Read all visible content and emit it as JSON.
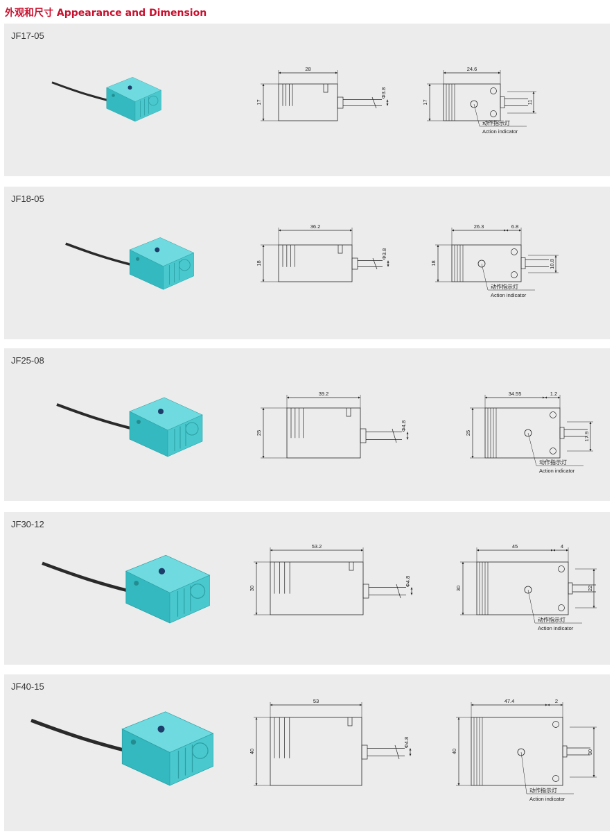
{
  "title": "外观和尺寸 Appearance and Dimension",
  "models": [
    {
      "name": "JF17-05",
      "side": {
        "length": "28",
        "height": "17",
        "cable": "Φ3.8"
      },
      "front": {
        "width": "24.6",
        "height": "17",
        "right": "11"
      },
      "indicator_cn": "动作指示灯",
      "indicator_en": "Action indicator"
    },
    {
      "name": "JF18-05",
      "side": {
        "length": "36.2",
        "height": "18",
        "cable": "Φ3.8"
      },
      "front": {
        "width": "26.3",
        "extra": "6.8",
        "height": "18",
        "right": "10.8"
      },
      "indicator_cn": "动作指示灯",
      "indicator_en": "Action indicator"
    },
    {
      "name": "JF25-08",
      "side": {
        "length": "39.2",
        "height": "25",
        "cable": "Φ4.8"
      },
      "front": {
        "width": "34.55",
        "extra": "1.2",
        "height": "25",
        "right": "17.9"
      },
      "indicator_cn": "动作指示灯",
      "indicator_en": "Action indicator"
    },
    {
      "name": "JF30-12",
      "side": {
        "length": "53.2",
        "height": "30",
        "cable": "Φ4.8"
      },
      "front": {
        "width": "45",
        "extra": "4",
        "height": "30",
        "right": "22"
      },
      "indicator_cn": "动作指示灯",
      "indicator_en": "Action indicator"
    },
    {
      "name": "JF40-15",
      "side": {
        "length": "53",
        "height": "40",
        "cable": "Φ4.8"
      },
      "front": {
        "width": "47.4",
        "extra": "2",
        "height": "40",
        "right": "30"
      },
      "indicator_cn": "动作指示灯",
      "indicator_en": "Action indicator"
    }
  ],
  "colors": {
    "title": "#c8102e",
    "panel": "#ececec",
    "sensor": "#3cc3c8",
    "cable": "#2a2a2a"
  }
}
